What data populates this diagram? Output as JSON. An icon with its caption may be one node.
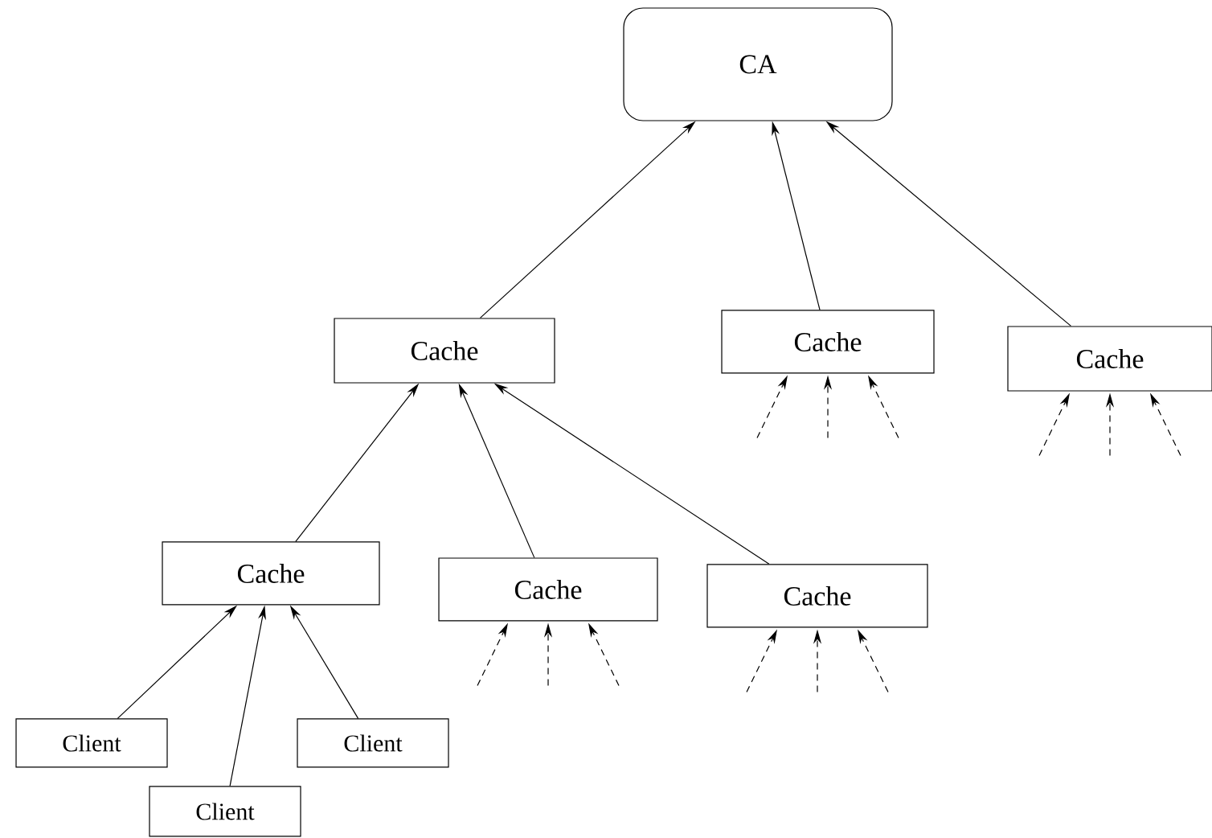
{
  "diagram": {
    "nodes": [
      {
        "text": [
          "CA"
        ]
      },
      {
        "text": [
          "Cache"
        ]
      },
      {
        "text": [
          "Cache"
        ]
      },
      {
        "text": [
          "Cache"
        ]
      },
      {
        "text": [
          "Cache"
        ]
      },
      {
        "text": [
          "Cache"
        ]
      },
      {
        "text": [
          "Cache"
        ]
      },
      {
        "text": [
          "Client"
        ]
      },
      {
        "text": [
          "Client"
        ]
      },
      {
        "text": [
          "Client"
        ]
      }
    ],
    "edges": [
      {
        "from": 1,
        "to": 0,
        "arrow": "to"
      },
      {
        "from": 2,
        "to": 0,
        "arrow": "to"
      },
      {
        "from": 3,
        "to": 0,
        "arrow": "to"
      },
      {
        "from": null,
        "to": 2,
        "arrow": "to",
        "style": "dashed"
      },
      {
        "from": null,
        "to": 2,
        "arrow": "to",
        "style": "dashed"
      },
      {
        "from": null,
        "to": 2,
        "arrow": "to",
        "style": "dashed"
      },
      {
        "from": null,
        "to": 3,
        "arrow": "to",
        "style": "dashed"
      },
      {
        "from": null,
        "to": 3,
        "arrow": "to",
        "style": "dashed"
      },
      {
        "from": null,
        "to": 3,
        "arrow": "to",
        "style": "dashed"
      },
      {
        "from": 4,
        "to": 1,
        "arrow": "to"
      },
      {
        "from": 5,
        "to": 1,
        "arrow": "to"
      },
      {
        "from": 6,
        "to": 1,
        "arrow": "to"
      },
      {
        "from": null,
        "to": 5,
        "arrow": "to",
        "style": "dashed"
      },
      {
        "from": null,
        "to": 5,
        "arrow": "to",
        "style": "dashed"
      },
      {
        "from": null,
        "to": 5,
        "arrow": "to",
        "style": "dashed"
      },
      {
        "from": null,
        "to": 6,
        "arrow": "to",
        "style": "dashed"
      },
      {
        "from": null,
        "to": 6,
        "arrow": "to",
        "style": "dashed"
      },
      {
        "from": null,
        "to": 6,
        "arrow": "to",
        "style": "dashed"
      },
      {
        "from": 7,
        "to": 4,
        "arrow": "to"
      },
      {
        "from": 9,
        "to": 4,
        "arrow": "to"
      },
      {
        "from": 8,
        "to": 4,
        "arrow": "to"
      }
    ]
  }
}
